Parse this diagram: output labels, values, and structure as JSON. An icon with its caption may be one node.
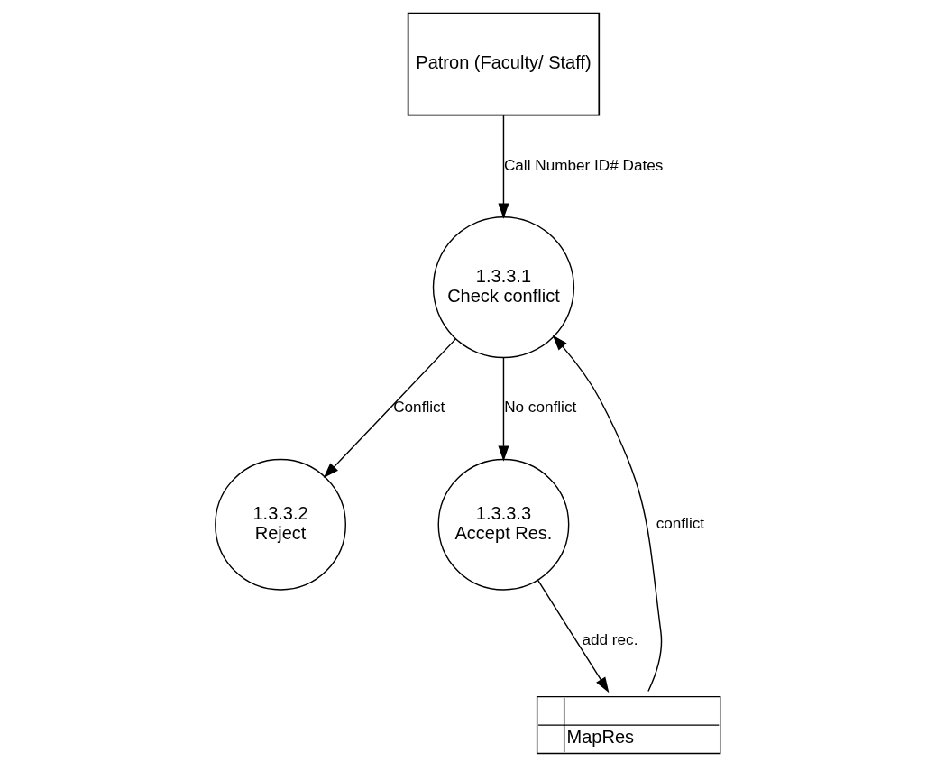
{
  "diagram": {
    "nodes": [
      {
        "text": [
          "Patron (Faculty/ Staff)"
        ]
      },
      {
        "text": [
          "1.3.3.1",
          "Check conflict"
        ]
      },
      {
        "text": [
          "1.3.3.2",
          "Reject"
        ]
      },
      {
        "text": [
          "1.3.3.3",
          "Accept Res."
        ]
      },
      {
        "text": [
          "MapRes"
        ]
      }
    ],
    "edges": [
      {
        "from": 0,
        "to": 1,
        "arrow": "to",
        "label": "Call Number ID# Dates"
      },
      {
        "from": 1,
        "to": 2,
        "arrow": "to",
        "label": "Conflict"
      },
      {
        "from": 1,
        "to": 3,
        "arrow": "to",
        "label": "No conflict"
      },
      {
        "from": 3,
        "to": 4,
        "arrow": "to",
        "label": "add rec."
      },
      {
        "from": 4,
        "to": 1,
        "arrow": "to",
        "label": "conflict"
      }
    ]
  }
}
